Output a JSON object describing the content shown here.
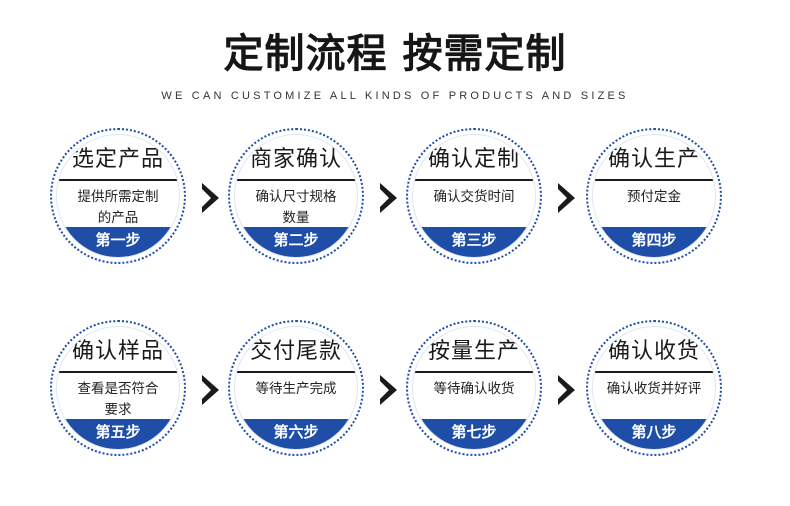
{
  "header": {
    "title": "定制流程 按需定制",
    "subtitle": "WE CAN CUSTOMIZE ALL KINDS OF PRODUCTS AND SIZES"
  },
  "steps": [
    {
      "title": "选定产品",
      "desc_lines": [
        "提供所需定制",
        "的产品"
      ],
      "label": "第一步"
    },
    {
      "title": "商家确认",
      "desc_lines": [
        "确认尺寸规格",
        "数量"
      ],
      "label": "第二步"
    },
    {
      "title": "确认定制",
      "desc_lines": [
        "确认交货时间"
      ],
      "label": "第三步"
    },
    {
      "title": "确认生产",
      "desc_lines": [
        "预付定金"
      ],
      "label": "第四步"
    },
    {
      "title": "确认样品",
      "desc_lines": [
        "查看是否符合",
        "要求"
      ],
      "label": "第五步"
    },
    {
      "title": "交付尾款",
      "desc_lines": [
        "等待生产完成"
      ],
      "label": "第六步"
    },
    {
      "title": "按量生产",
      "desc_lines": [
        "等待确认收货"
      ],
      "label": "第七步"
    },
    {
      "title": "确认收货",
      "desc_lines": [
        "确认收货并好评"
      ],
      "label": "第八步"
    }
  ],
  "colors": {
    "accent": "#1f4ea8",
    "arrow": "#1a1a1a"
  },
  "icons": {
    "arrow": "chevron-right-icon"
  }
}
